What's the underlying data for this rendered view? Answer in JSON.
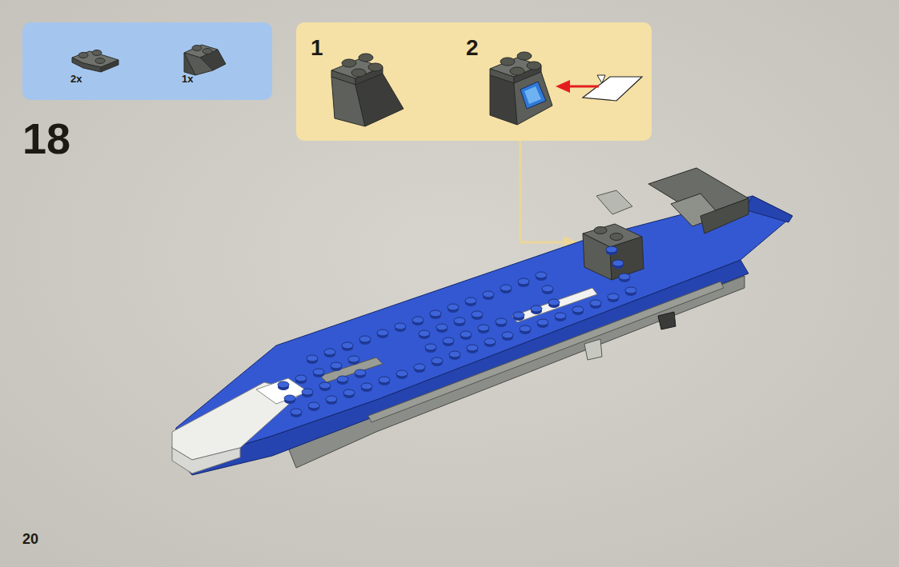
{
  "diagram": {
    "nodes": [
      {
        "text": [
          "2x",
          "1x"
        ]
      },
      {
        "text": [
          "1",
          "2"
        ]
      }
    ],
    "labels": [
      "18",
      "20"
    ]
  }
}
